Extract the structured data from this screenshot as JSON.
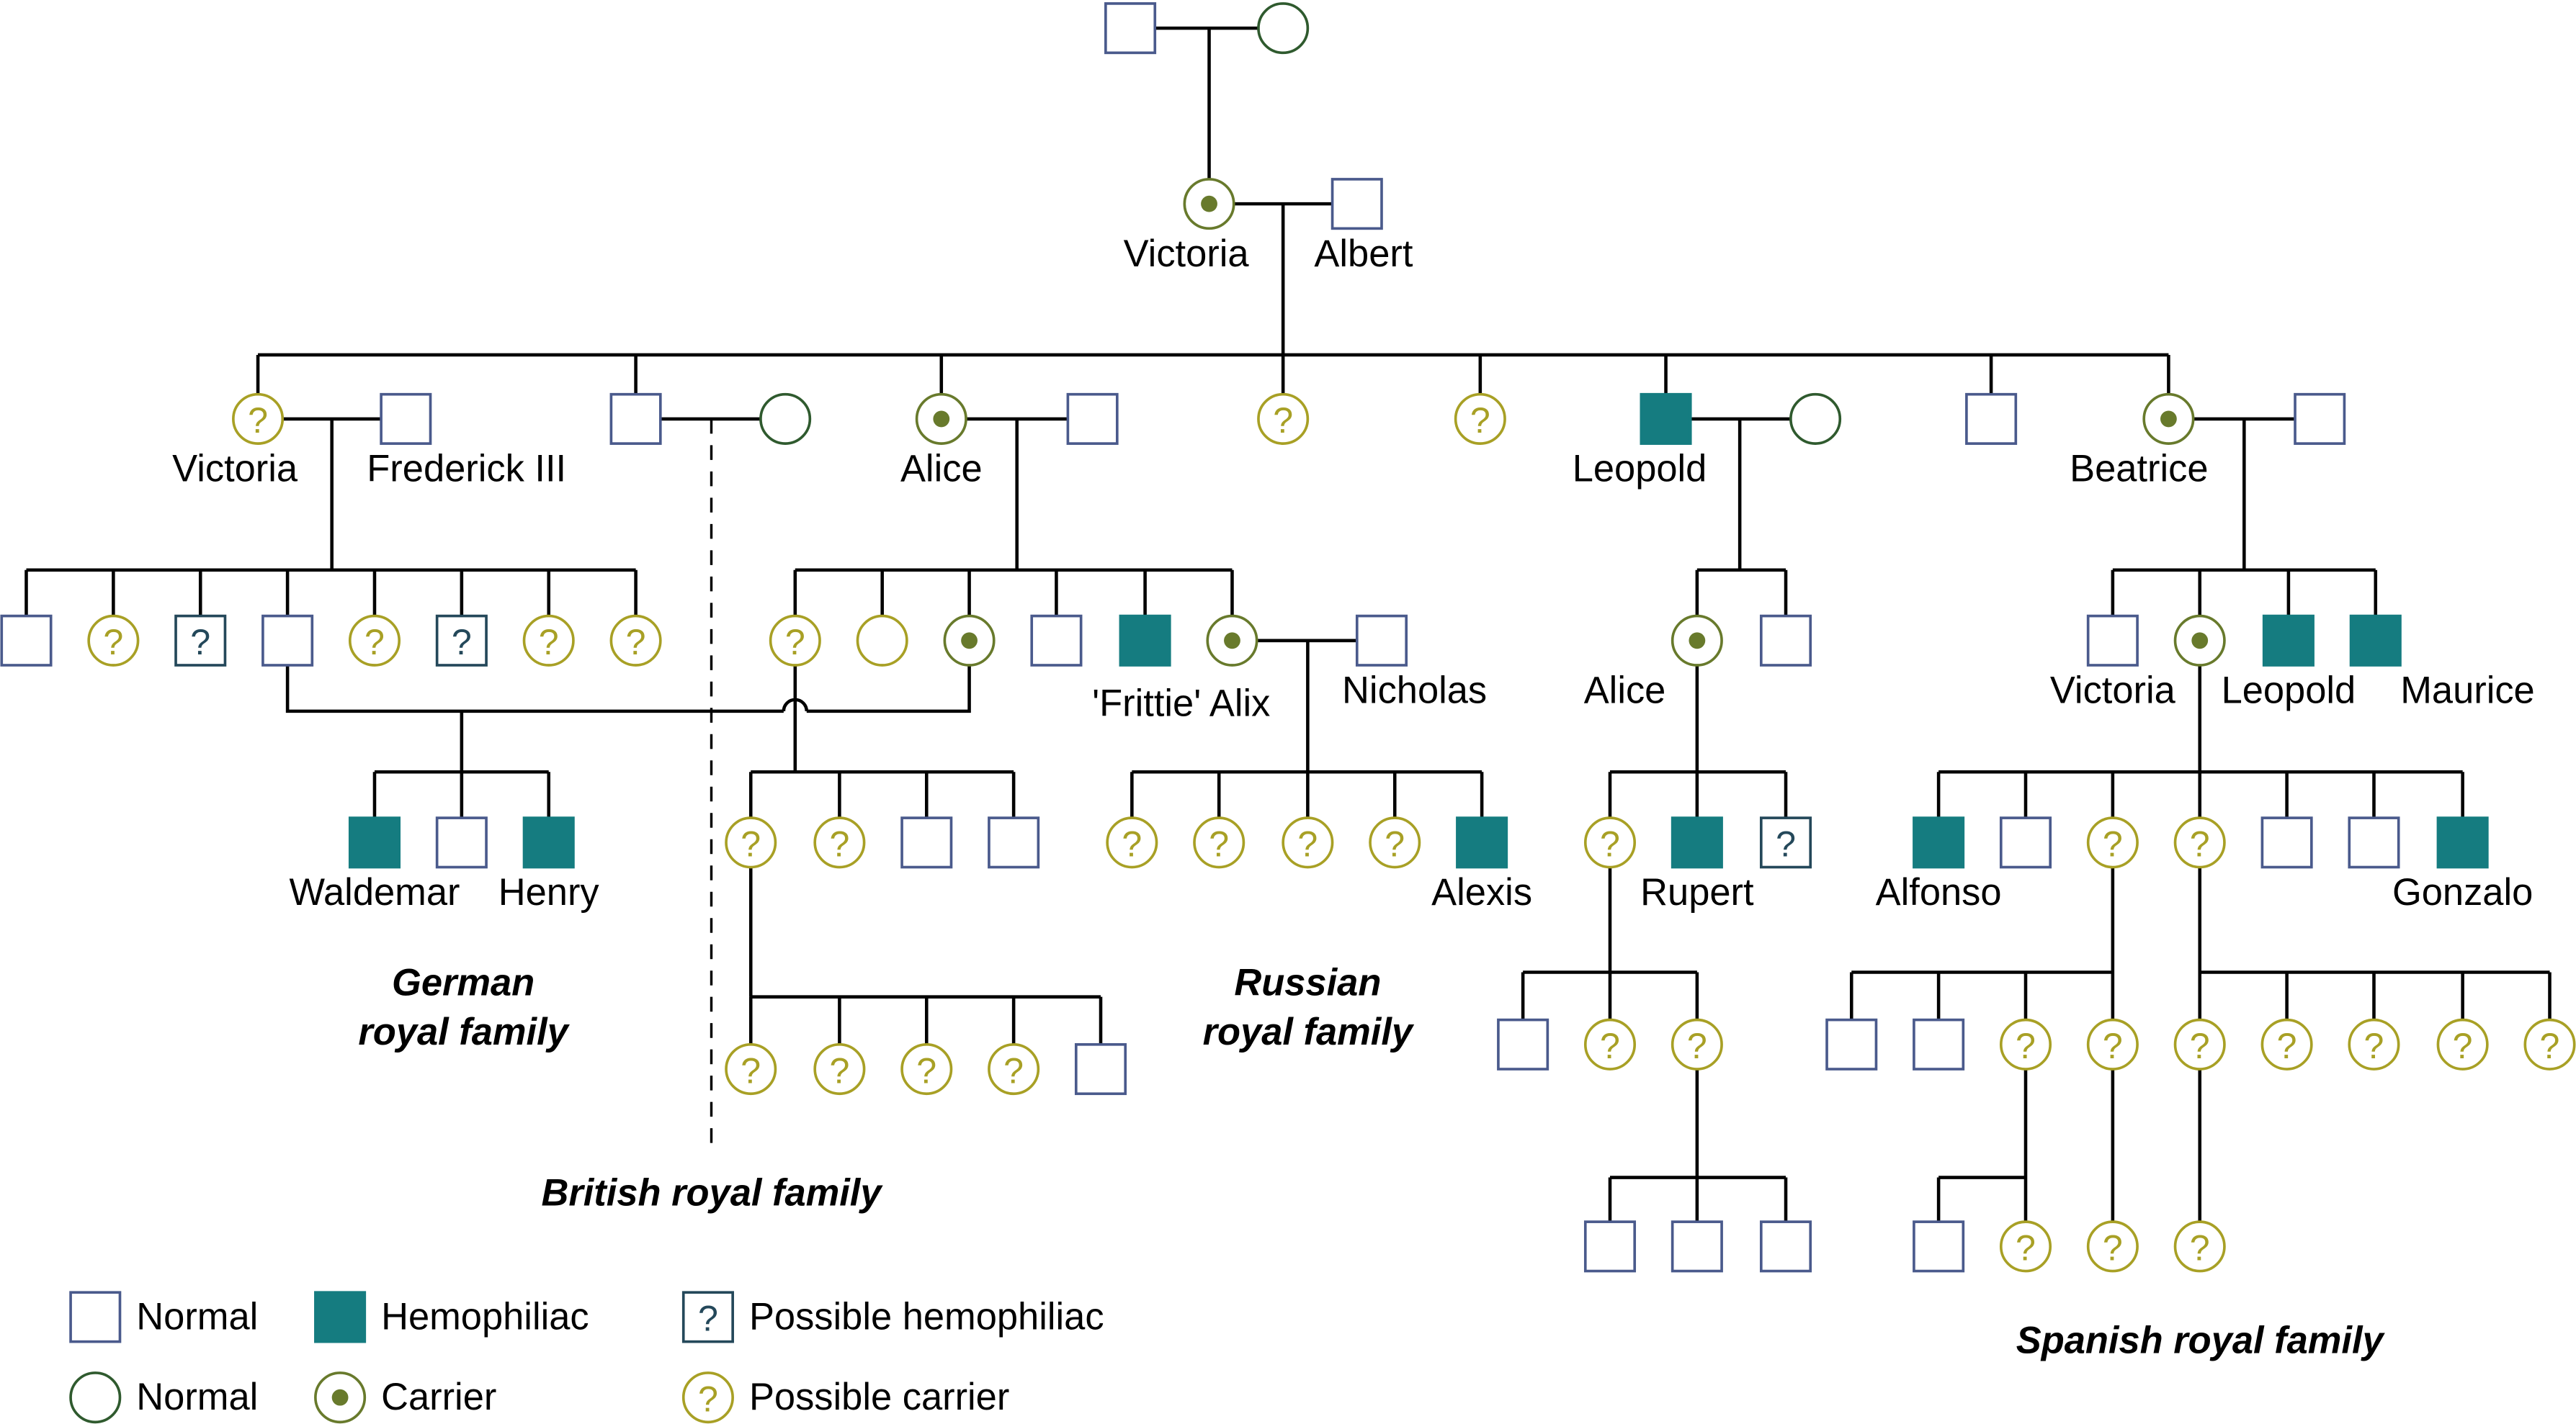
{
  "colors": {
    "male_normal": "#4a5a8c",
    "female_normal": "#2f5a2e",
    "hemophiliac": "#157c80",
    "carrier": "#687a2c",
    "possible_carrier": "#a8a025",
    "possible_hemophiliac": "#24485a",
    "line": "#000000"
  },
  "titles": {
    "german": [
      "German",
      "royal family"
    ],
    "russian": [
      "Russian",
      "royal family"
    ],
    "british": "British royal family",
    "spanish": "Spanish royal family"
  },
  "legend": [
    {
      "type": "male_normal",
      "label": "Normal"
    },
    {
      "type": "hemophiliac",
      "label": "Hemophiliac"
    },
    {
      "type": "possible_hemophiliac",
      "label": "Possible hemophiliac"
    },
    {
      "type": "female_normal",
      "label": "Normal"
    },
    {
      "type": "carrier",
      "label": "Carrier"
    },
    {
      "type": "possible_carrier",
      "label": "Possible carrier"
    }
  ],
  "people": {
    "gf": {
      "type": "male_normal",
      "label": ""
    },
    "gm": {
      "type": "female_normal",
      "label": ""
    },
    "victoria": {
      "type": "carrier",
      "label": "Victoria"
    },
    "albert": {
      "type": "male_normal",
      "label": "Albert"
    },
    "c1": {
      "type": "possible_carrier",
      "label": "Victoria"
    },
    "fred": {
      "type": "male_normal",
      "label": "Frederick III"
    },
    "c2": {
      "type": "male_normal",
      "label": ""
    },
    "c2w": {
      "type": "female_normal",
      "label": ""
    },
    "c3": {
      "type": "carrier",
      "label": "Alice"
    },
    "c3h": {
      "type": "male_normal",
      "label": ""
    },
    "c4": {
      "type": "possible_carrier",
      "label": ""
    },
    "c5": {
      "type": "possible_carrier",
      "label": ""
    },
    "c6": {
      "type": "hemophiliac",
      "label": "Leopold"
    },
    "c6w": {
      "type": "female_normal",
      "label": ""
    },
    "c7": {
      "type": "male_normal",
      "label": ""
    },
    "c8": {
      "type": "carrier",
      "label": "Beatrice"
    },
    "c8h": {
      "type": "male_normal",
      "label": ""
    },
    "g1": {
      "type": "male_normal",
      "label": ""
    },
    "g2": {
      "type": "possible_carrier",
      "label": ""
    },
    "g3": {
      "type": "possible_hemophiliac",
      "label": ""
    },
    "g4": {
      "type": "male_normal",
      "label": ""
    },
    "g5": {
      "type": "possible_carrier",
      "label": ""
    },
    "g6": {
      "type": "possible_hemophiliac",
      "label": ""
    },
    "g7": {
      "type": "possible_carrier",
      "label": ""
    },
    "g8": {
      "type": "possible_carrier",
      "label": ""
    },
    "a1": {
      "type": "possible_carrier",
      "label": ""
    },
    "a2": {
      "type": "possible_carrier_plain",
      "label": ""
    },
    "a3": {
      "type": "carrier",
      "label": ""
    },
    "a4": {
      "type": "male_normal",
      "label": ""
    },
    "a5": {
      "type": "hemophiliac",
      "label": "'Frittie'"
    },
    "a6": {
      "type": "carrier",
      "label": "Alix"
    },
    "nicholas": {
      "type": "male_normal",
      "label": "Nicholas"
    },
    "l1": {
      "type": "carrier",
      "label": "Alice"
    },
    "l2": {
      "type": "male_normal",
      "label": ""
    },
    "b1": {
      "type": "male_normal",
      "label": ""
    },
    "b2": {
      "type": "carrier",
      "label": "Victoria"
    },
    "b3": {
      "type": "hemophiliac",
      "label": "Leopold"
    },
    "b4": {
      "type": "hemophiliac",
      "label": "Maurice"
    },
    "w1": {
      "type": "hemophiliac",
      "label": "Waldemar"
    },
    "w2": {
      "type": "male_normal",
      "label": ""
    },
    "w3": {
      "type": "hemophiliac",
      "label": "Henry"
    },
    "br1": {
      "type": "possible_carrier",
      "label": ""
    },
    "br2": {
      "type": "possible_carrier",
      "label": ""
    },
    "br3": {
      "type": "male_normal",
      "label": ""
    },
    "br4": {
      "type": "male_normal",
      "label": ""
    },
    "r1": {
      "type": "possible_carrier",
      "label": ""
    },
    "r2": {
      "type": "possible_carrier",
      "label": ""
    },
    "r3": {
      "type": "possible_carrier",
      "label": ""
    },
    "r4": {
      "type": "possible_carrier",
      "label": ""
    },
    "r5": {
      "type": "hemophiliac",
      "label": "Alexis"
    },
    "lc1": {
      "type": "possible_carrier",
      "label": ""
    },
    "lc2": {
      "type": "hemophiliac",
      "label": "Rupert"
    },
    "lc3": {
      "type": "possible_hemophiliac",
      "label": ""
    },
    "s1": {
      "type": "hemophiliac",
      "label": "Alfonso"
    },
    "s2": {
      "type": "male_normal",
      "label": ""
    },
    "s3": {
      "type": "possible_carrier",
      "label": ""
    },
    "s4": {
      "type": "possible_carrier",
      "label": ""
    },
    "s5": {
      "type": "male_normal",
      "label": ""
    },
    "s6": {
      "type": "male_normal",
      "label": ""
    },
    "s7": {
      "type": "hemophiliac",
      "label": "Gonzalo"
    },
    "bb1": {
      "type": "possible_carrier",
      "label": ""
    },
    "bb2": {
      "type": "possible_carrier",
      "label": ""
    },
    "bb3": {
      "type": "possible_carrier",
      "label": ""
    },
    "bb4": {
      "type": "possible_carrier",
      "label": ""
    },
    "bb5": {
      "type": "male_normal",
      "label": ""
    },
    "lg1": {
      "type": "male_normal",
      "label": ""
    },
    "lg2": {
      "type": "possible_carrier",
      "label": ""
    },
    "lg3": {
      "type": "possible_carrier",
      "label": ""
    },
    "lgg1": {
      "type": "male_normal",
      "label": ""
    },
    "lgg2": {
      "type": "male_normal",
      "label": ""
    },
    "lgg3": {
      "type": "male_normal",
      "label": ""
    },
    "sa1": {
      "type": "male_normal",
      "label": ""
    },
    "sa2": {
      "type": "male_normal",
      "label": ""
    },
    "sa3": {
      "type": "possible_carrier",
      "label": ""
    },
    "sa4": {
      "type": "possible_carrier",
      "label": ""
    },
    "sb1": {
      "type": "possible_carrier",
      "label": ""
    },
    "sb2": {
      "type": "possible_carrier",
      "label": ""
    },
    "sb3": {
      "type": "possible_carrier",
      "label": ""
    },
    "sb4": {
      "type": "possible_carrier",
      "label": ""
    },
    "sb5": {
      "type": "possible_carrier",
      "label": ""
    },
    "sc1": {
      "type": "male_normal",
      "label": ""
    },
    "sc2": {
      "type": "possible_carrier",
      "label": ""
    },
    "sd1": {
      "type": "possible_carrier",
      "label": ""
    },
    "se1": {
      "type": "possible_carrier",
      "label": ""
    }
  },
  "labels": {
    "frittie_alix": "'Frittie' Alix"
  }
}
